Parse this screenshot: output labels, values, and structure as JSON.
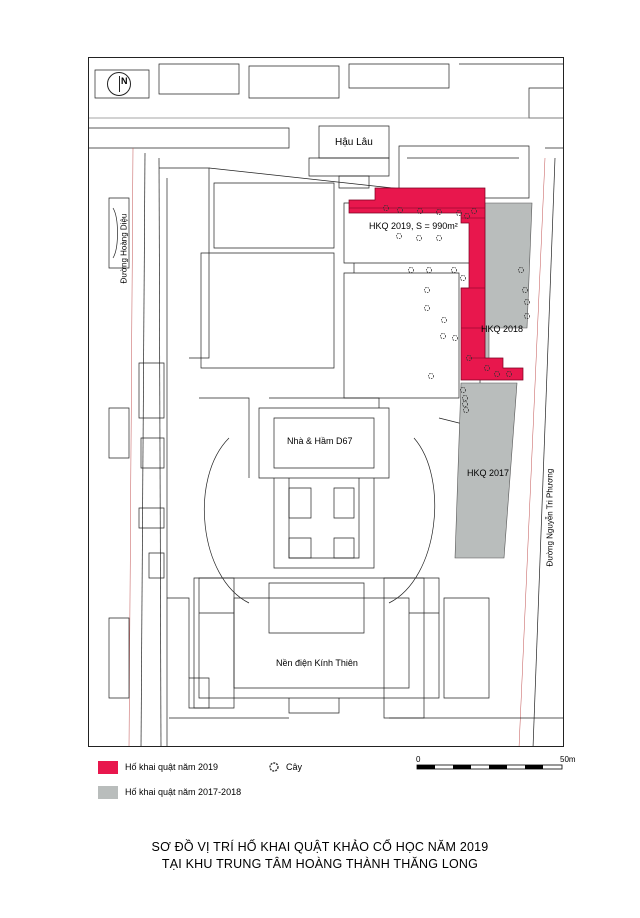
{
  "title": {
    "line1": "SƠ ĐỒ VỊ TRÍ HỐ KHAI QUẬT KHẢO CỔ HỌC NĂM 2019",
    "line2": "TẠI KHU TRUNG TÂM HOÀNG THÀNH THĂNG LONG"
  },
  "north_arrow": {
    "label": "N"
  },
  "labels": {
    "hau_lau": "Hậu Lâu",
    "duong_hoang_dieu": "Đường Hoàng Diệu",
    "duong_nguyen_tri_phuong": "Đường Nguyễn Tri Phương",
    "nha_ham": "Nhà & Hầm D67",
    "nen_dien": "Nền điện Kính Thiên",
    "hkq_2019": "HKQ 2019, S = 990m²",
    "hkq_2018": "HKQ 2018",
    "hkq_2017": "HKQ 2017"
  },
  "legend": {
    "pit_2019": {
      "label": "Hố khai quật năm 2019",
      "color": "#e8174d"
    },
    "pit_2017_2018": {
      "label": "Hố khai quật năm 2017-2018",
      "color": "#b9bdbc"
    },
    "tree": {
      "label": "Cây",
      "icon": "tree-icon"
    }
  },
  "scale": {
    "start": "0",
    "end": "50m"
  }
}
